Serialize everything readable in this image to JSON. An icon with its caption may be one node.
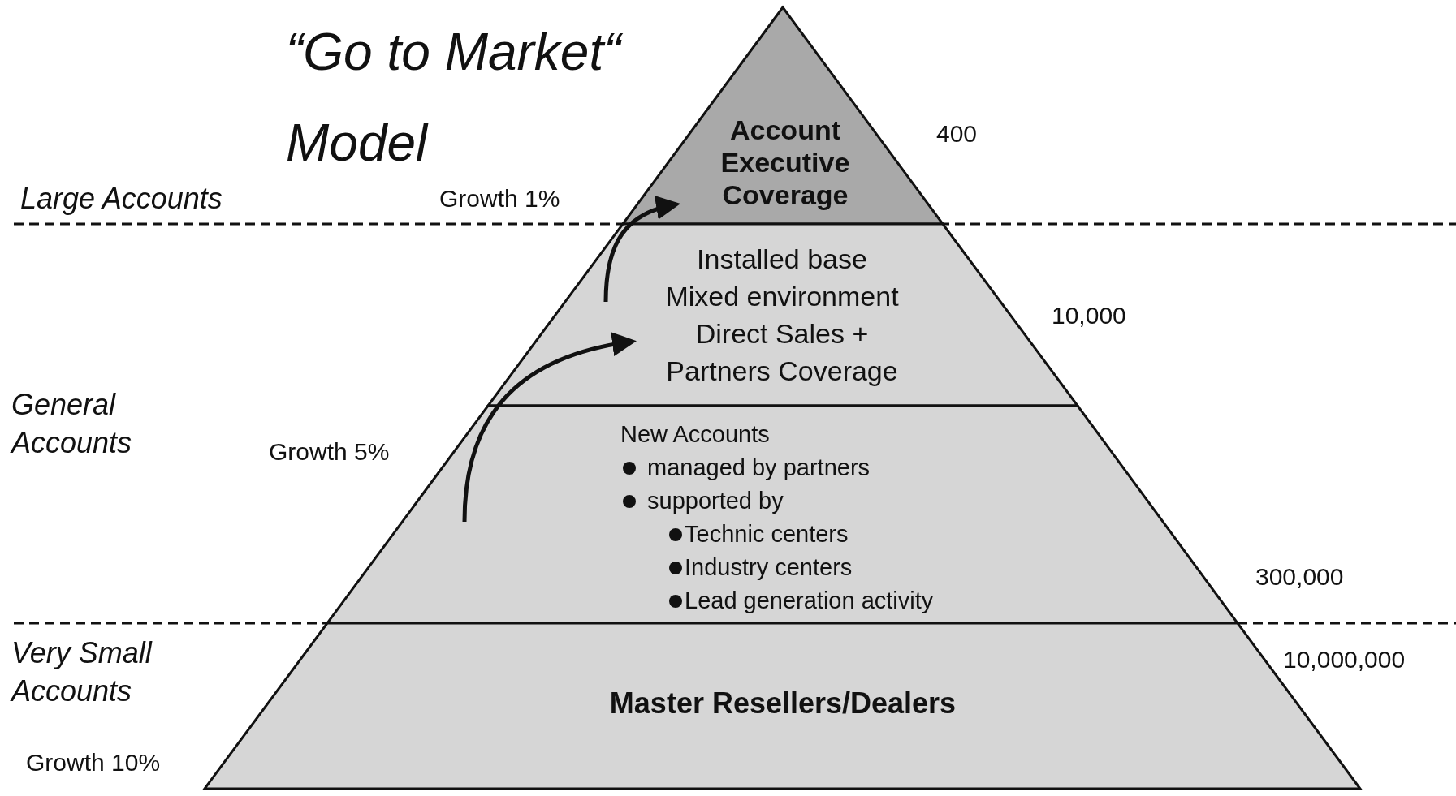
{
  "diagram": {
    "title": "“Go to Market“ Model",
    "nodes": [
      {
        "text": [
          "Account Executive Coverage"
        ],
        "beside": [
          "400"
        ]
      },
      {
        "text": [
          "Installed base",
          "Mixed environment",
          "Direct Sales + Partners Coverage"
        ],
        "beside": [
          "10,000"
        ]
      },
      {
        "text": [
          "New Accounts",
          "managed by partners",
          "supported by",
          "Technic centers",
          "Industry centers",
          "Lead generation activity"
        ],
        "beside": [
          "300,000"
        ]
      },
      {
        "text": [
          "Master Resellers/Dealers"
        ],
        "beside": [
          "10,000,000"
        ]
      }
    ],
    "edges": [
      {
        "from": 2,
        "to": 1,
        "arrow": "to"
      },
      {
        "from": 1,
        "to": 0,
        "arrow": "to"
      }
    ],
    "labels": [
      "Large Accounts",
      "Growth 1%",
      "General Accounts",
      "Growth 5%",
      "Very Small Accounts",
      "Growth 10%"
    ]
  }
}
